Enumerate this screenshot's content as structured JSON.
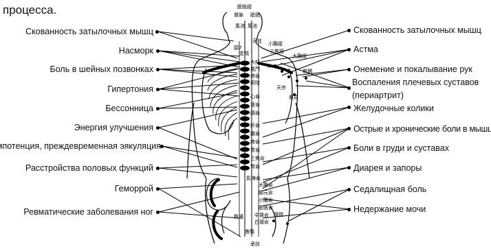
{
  "intro_text": "процесса.",
  "left_labels": [
    "Скованность затылочных мышц",
    "Насморк",
    "Боль в шейных позвонках",
    "Гипертония",
    "Бессонница",
    "Энергия улучшения",
    "Импотенция, преждевременная эякуляция",
    "Расстройства половых функций",
    "Геморрой",
    "Ревматические заболевания ног"
  ],
  "right_labels": [
    "Скованность затылочных мышц",
    "Астма",
    "Онемение и покалывание рук",
    "Воспаления плечевых суставов",
    "(периартрит)",
    "Желудочные колики",
    "Острые и хронические боли в мышцах",
    "Боли в груди и суставах",
    "Диарея и запоры",
    "Седалищная боль",
    "Недержание мочи"
  ],
  "figure_labels": {
    "top": "膀胱經",
    "spine_top": [
      "督脉",
      "膀胱"
    ],
    "upper": [
      "風池",
      "風池",
      "天柱",
      "頸7",
      "定喘",
      "小腸經",
      "三焦經",
      "大腸經",
      "肩髃",
      "天宗",
      "肩貞"
    ],
    "back": [
      "大杼",
      "風門",
      "肺俞",
      "厥陰",
      "心俞",
      "督俞",
      "膈俞",
      "肝俞",
      "膽俞",
      "脾俞",
      "胃俞",
      "三焦俞",
      "腎俞",
      "氣海俞",
      "大腸俞",
      "關元俞",
      "小腸俞",
      "膀胱俞",
      "中膂俞",
      "白環俞"
    ],
    "lower": [
      "秩邊",
      "環跳",
      "會陽",
      "承扶"
    ]
  }
}
